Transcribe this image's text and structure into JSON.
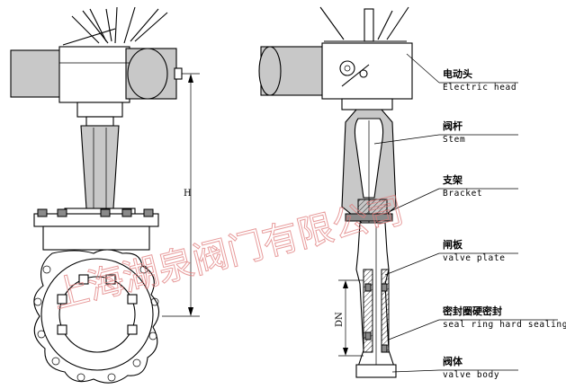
{
  "labels": {
    "electric_head_cn": "电动头",
    "electric_head_en": "Electric head",
    "stem_cn": "阀杆",
    "stem_en": "Stem",
    "bracket_cn": "支架",
    "bracket_en": "Bracket",
    "valve_plate_cn": "闸板",
    "valve_plate_en": "valve plate",
    "seal_ring_cn": "密封圈硬密封",
    "seal_ring_en": "seal ring hard sealing",
    "valve_body_cn": "阀体",
    "valve_body_en": "valve body"
  },
  "dimensions": {
    "height_label": "H",
    "diameter_label": "DN"
  },
  "watermark": "上海湖泉阀门有限公司"
}
